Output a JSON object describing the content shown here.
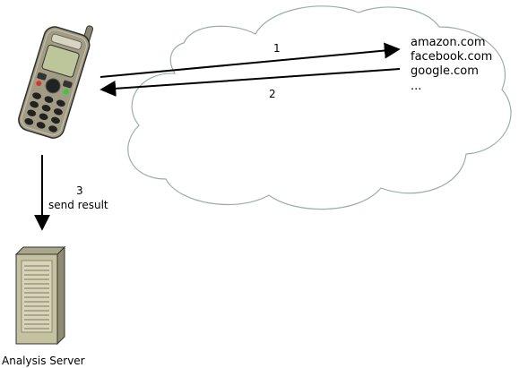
{
  "arrows": {
    "request_label": "1",
    "response_label": "2",
    "send_number": "3",
    "send_text": "send result"
  },
  "sites": [
    "amazon.com",
    "facebook.com",
    "google.com",
    "..."
  ],
  "server_label": "Analysis Server",
  "colors": {
    "cloud_stroke": "#9aaea6",
    "phone_body": "#a29c84",
    "phone_screen": "#bdc59b",
    "server_body": "#c5c2a2",
    "arrow": "#000000"
  }
}
